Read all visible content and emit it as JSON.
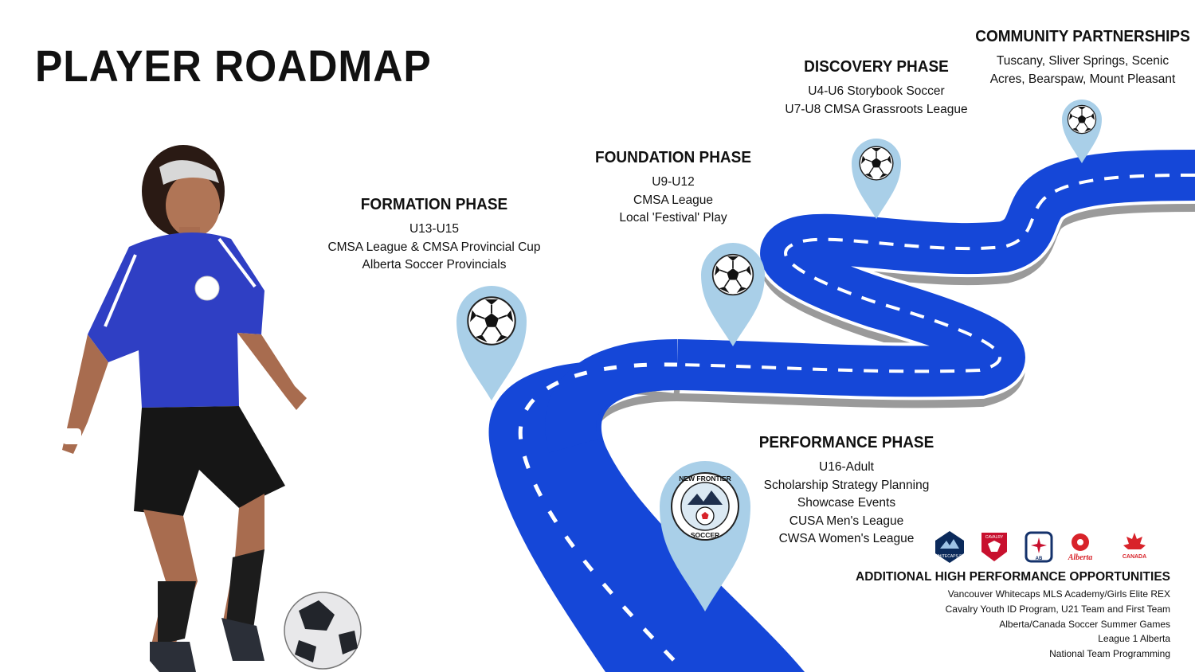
{
  "title": "PLAYER ROADMAP",
  "phases": {
    "community": {
      "title": "COMMUNITY PARTNERSHIPS",
      "lines": [
        "Tuscany, Sliver Springs, Scenic",
        "Acres, Bearspaw, Mount Pleasant"
      ],
      "icon": "soccer-ball-icon"
    },
    "discovery": {
      "title": "DISCOVERY PHASE",
      "lines": [
        "U4-U6 Storybook Soccer",
        "U7-U8 CMSA Grassroots League"
      ],
      "icon": "soccer-ball-icon"
    },
    "foundation": {
      "title": "FOUNDATION PHASE",
      "lines": [
        "U9-U12",
        "CMSA League",
        "Local 'Festival' Play"
      ],
      "icon": "soccer-ball-icon"
    },
    "formation": {
      "title": "FORMATION PHASE",
      "lines": [
        "U13-U15",
        "CMSA League & CMSA Provincial Cup",
        "Alberta Soccer Provincials"
      ],
      "icon": "soccer-ball-icon"
    },
    "performance": {
      "title": "PERFORMANCE PHASE",
      "lines": [
        "U16-Adult",
        "Scholarship Strategy Planning",
        "Showcase Events",
        "CUSA Men's League",
        "CWSA Women's League"
      ],
      "icon": "new-frontier-soccer-crest-icon"
    }
  },
  "crest_text": {
    "top": "NEW FRONTIER",
    "bottom": "SOCCER"
  },
  "additional": {
    "title": "ADDITIONAL HIGH PERFORMANCE OPPORTUNITIES",
    "lines": [
      "Vancouver Whitecaps MLS Academy/Girls Elite REX",
      "Cavalry Youth ID Program, U21 Team and First Team",
      "Alberta/Canada Soccer Summer Games",
      "League 1 Alberta",
      "National Team Programming"
    ]
  },
  "logos": [
    {
      "icon": "whitecaps-logo-icon",
      "text": "WHITECAPS FC"
    },
    {
      "icon": "cavalry-logo-icon",
      "text": "CAVALRY"
    },
    {
      "icon": "canada-soccer-ab-logo-icon",
      "text": "AB"
    },
    {
      "icon": "alberta-soccer-logo-icon",
      "text": "Alberta"
    },
    {
      "icon": "canada-soccer-logo-icon",
      "text": "CANADA"
    }
  ],
  "colors": {
    "road": "#1547d8",
    "road_shadow": "#9a9a9a",
    "pin": "#a9cfe8",
    "text": "#111111"
  }
}
